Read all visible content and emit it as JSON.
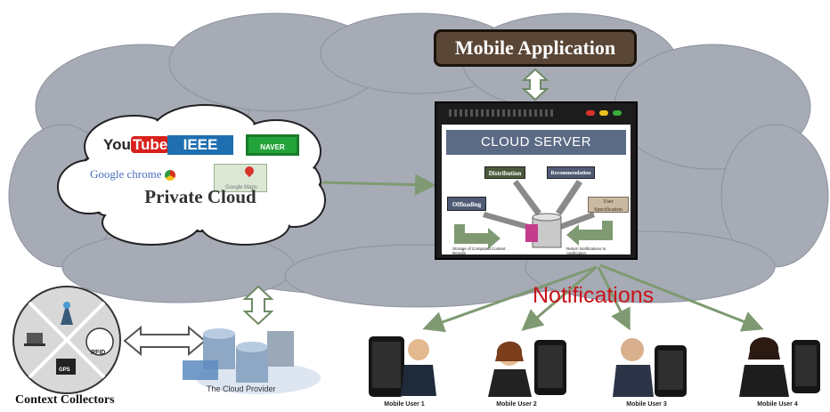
{
  "mobile_app": {
    "label": "Mobile Application"
  },
  "server": {
    "title": "CLOUD SERVER",
    "distribution": "Distribution",
    "recommendation": "Recommendation",
    "offloading": "Offloading",
    "user_spec": "User Specification",
    "storage_note": "Storage of Computed Context Results",
    "return_note": "Return Notifications to Application"
  },
  "private_cloud": {
    "label": "Private Cloud",
    "logos": {
      "youtube_you": "You",
      "youtube_tube": "Tube",
      "ieee": "IEEE",
      "naver": "NAVER",
      "chrome": "Google chrome",
      "maps": "Google Maps"
    }
  },
  "cloud_provider": {
    "label": "The Cloud Provider"
  },
  "notifications": {
    "label": "Notifications"
  },
  "collectors": {
    "label": "Context Collectors",
    "rfid": "RFID",
    "gps": "GPS"
  },
  "users": [
    {
      "label": "Mobile User 1"
    },
    {
      "label": "Mobile User 2"
    },
    {
      "label": "Mobile User 3"
    },
    {
      "label": "Mobile User 4"
    }
  ],
  "colors": {
    "cloud_fill": "#a6abb6",
    "arrow_green": "#7f9a72",
    "notif_red": "#c8141a",
    "server_banner": "#5b6a85",
    "title_box": "#5a4636"
  }
}
